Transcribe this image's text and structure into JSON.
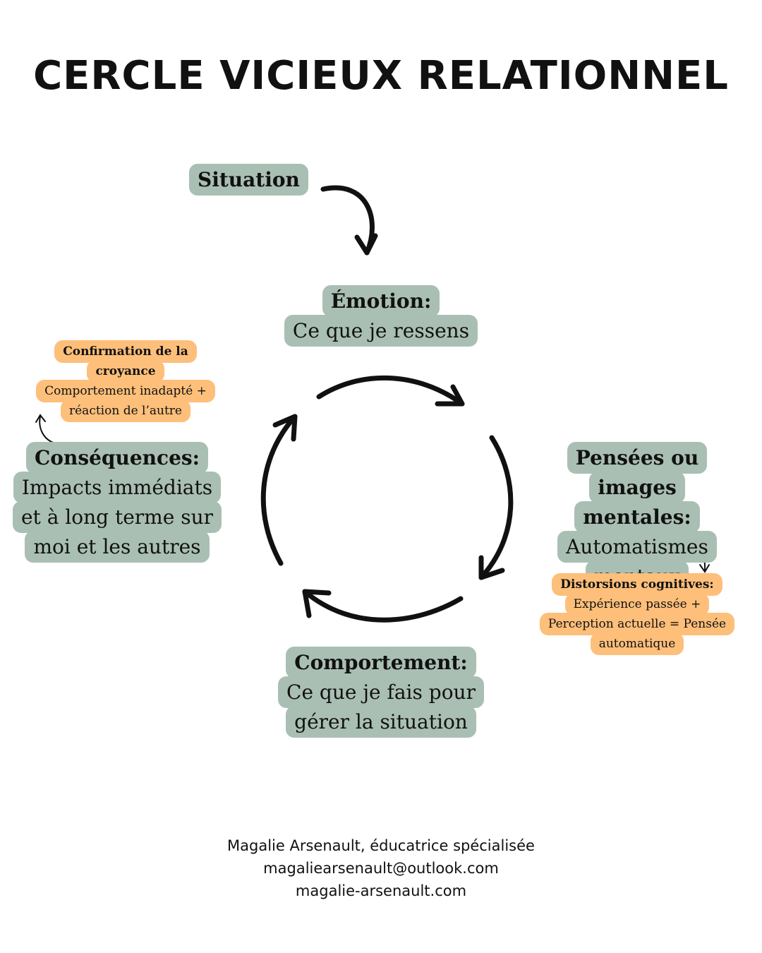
{
  "title": "CERCLE VICIEUX RELATIONNEL",
  "situation": {
    "label": "Situation"
  },
  "emotion": {
    "heading": "Émotion:",
    "text": "Ce que je ressens"
  },
  "pensees": {
    "heading_line1": "Pensées ou images",
    "heading_line2": "mentales:",
    "text_line1": "Automatismes",
    "text_line2": "mentaux"
  },
  "distorsions": {
    "heading": "Distorsions cognitives:",
    "line1": "Expérience passée +",
    "line2": "Perception actuelle = Pensée",
    "line3": "automatique"
  },
  "comportement": {
    "heading": "Comportement:",
    "text_line1": "Ce que je fais pour",
    "text_line2": "gérer la situation"
  },
  "consequences": {
    "heading": "Conséquences:",
    "text_line1": "Impacts immédiats",
    "text_line2": "et à long terme sur",
    "text_line3": "moi et les autres"
  },
  "confirmation": {
    "heading_line1": "Confirmation de la",
    "heading_line2": "croyance",
    "line1": "Comportement inadapté +",
    "line2": "réaction de l’autre"
  },
  "footer": {
    "author": "Magalie Arsenault, éducatrice spécialisée",
    "email": "magaliearsenault@outlook.com",
    "website": "magalie-arsenault.com"
  },
  "colors": {
    "green_box": "#a9bfb3",
    "orange_box": "#fdbf7a",
    "text": "#111111"
  }
}
